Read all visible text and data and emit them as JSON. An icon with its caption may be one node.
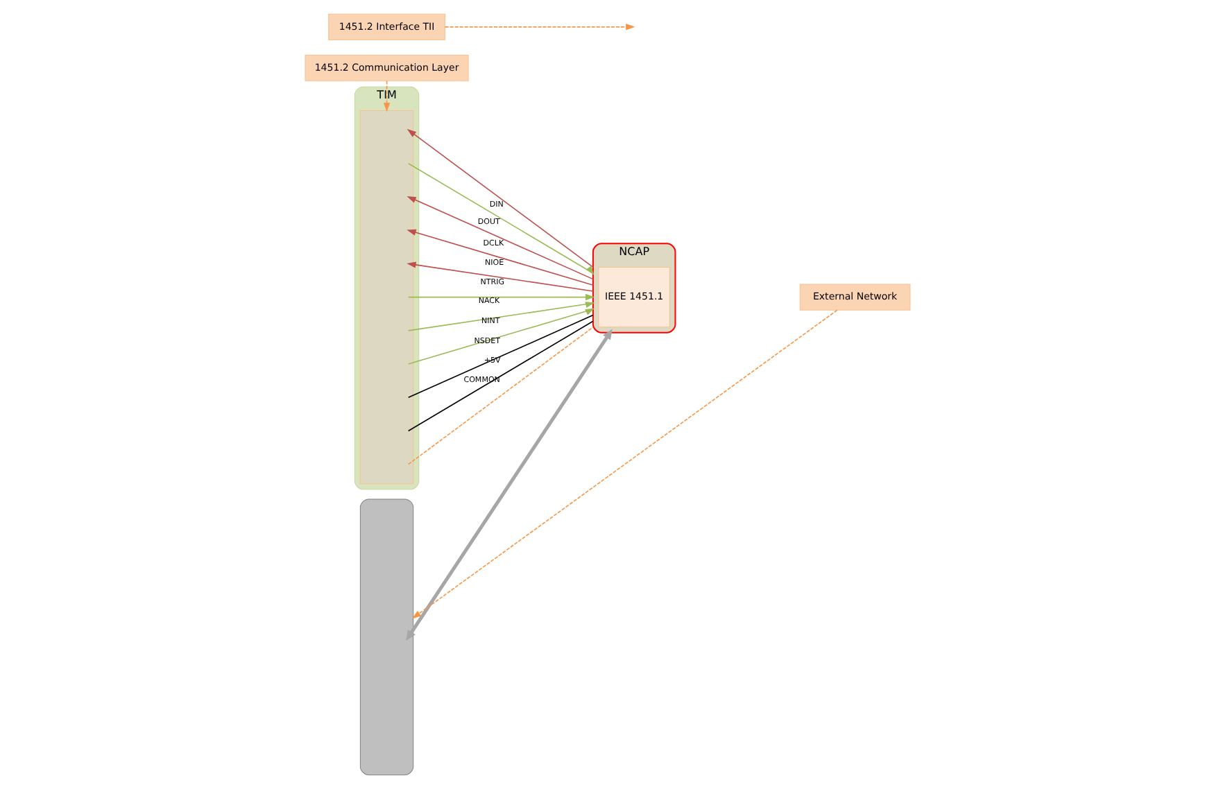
{
  "diagram": {
    "nodes": [
      {
        "text": [
          "TIM"
        ]
      },
      {
        "text": [],
        "shape": "box",
        "in": 0
      },
      {
        "text": [
          "NCAP"
        ]
      },
      {
        "text": [
          "IEEE 1451.1"
        ],
        "in": 2
      },
      {
        "text": [],
        "shape": "bar"
      },
      {
        "text": [
          "1451.2 Communication Layer"
        ]
      },
      {
        "text": [
          "1451.2 Interface TII"
        ]
      },
      {
        "text": [
          "External Network"
        ]
      }
    ],
    "edges": [
      {
        "from": 2,
        "to": 1,
        "arrow": "to",
        "label": "DIN",
        "color": "#c0504d"
      },
      {
        "from": 1,
        "to": 2,
        "arrow": "to",
        "label": "DOUT",
        "color": "#9bbb59"
      },
      {
        "from": 2,
        "to": 1,
        "arrow": "to",
        "label": "DCLK",
        "color": "#c0504d"
      },
      {
        "from": 2,
        "to": 1,
        "arrow": "to",
        "label": "NIOE",
        "color": "#c0504d"
      },
      {
        "from": 2,
        "to": 1,
        "arrow": "to",
        "label": "NTRIG",
        "color": "#c0504d"
      },
      {
        "from": 1,
        "to": 2,
        "arrow": "to",
        "label": "NACK",
        "color": "#9bbb59"
      },
      {
        "from": 1,
        "to": 2,
        "arrow": "to",
        "label": "NINT",
        "color": "#9bbb59"
      },
      {
        "from": 1,
        "to": 2,
        "arrow": "to",
        "label": "NSDET",
        "color": "#9bbb59"
      },
      {
        "from": 1,
        "to": 2,
        "arrow": "none",
        "label": "+5V",
        "color": "#000000"
      },
      {
        "from": 1,
        "to": 2,
        "arrow": "none",
        "label": "COMMON",
        "color": "#000000"
      },
      {
        "from": 1,
        "to": 2,
        "arrow": "none",
        "style": "dashed",
        "color": "#f79646"
      },
      {
        "from": 2,
        "to": 4,
        "arrow": "both",
        "style": "thick",
        "color": "#a6a6a6"
      },
      {
        "from": 5,
        "to": 1,
        "arrow": "to",
        "style": "dashed",
        "color": "#f79646"
      },
      {
        "from": 6,
        "to": null,
        "arrow": "to",
        "style": "dashed",
        "color": "#f79646"
      },
      {
        "from": 7,
        "to": 4,
        "arrow": "to",
        "style": "dashed",
        "color": "#f79646"
      }
    ]
  }
}
